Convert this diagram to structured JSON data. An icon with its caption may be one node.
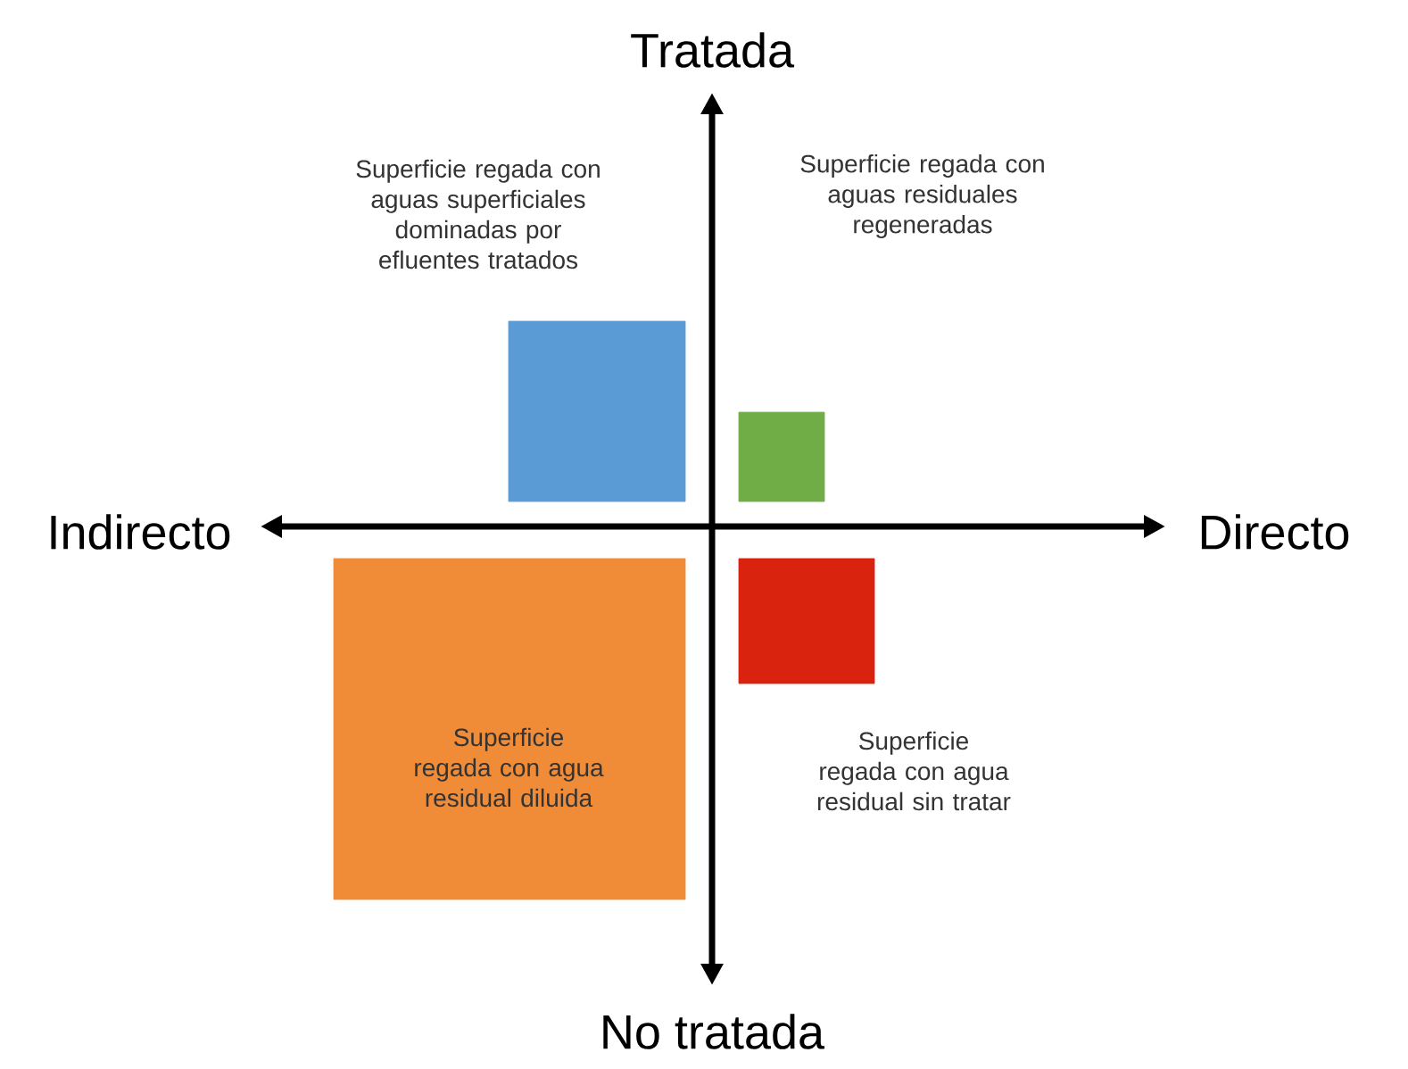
{
  "diagram": {
    "nodes": [
      {
        "text": [
          "Superficie regada con aguas superficiales dominadas por efluentes tratados"
        ]
      },
      {
        "text": [
          "Superficie regada con aguas residuales regeneradas"
        ]
      },
      {
        "text": [],
        "shape": "box"
      },
      {
        "text": [
          "Superficie regada con agua residual diluida"
        ]
      },
      {
        "text": [
          "Superficie regada con agua residual sin tratar"
        ]
      }
    ],
    "labels": [
      "Tratada",
      "Indirecto",
      "Directo",
      "No tratada"
    ]
  }
}
